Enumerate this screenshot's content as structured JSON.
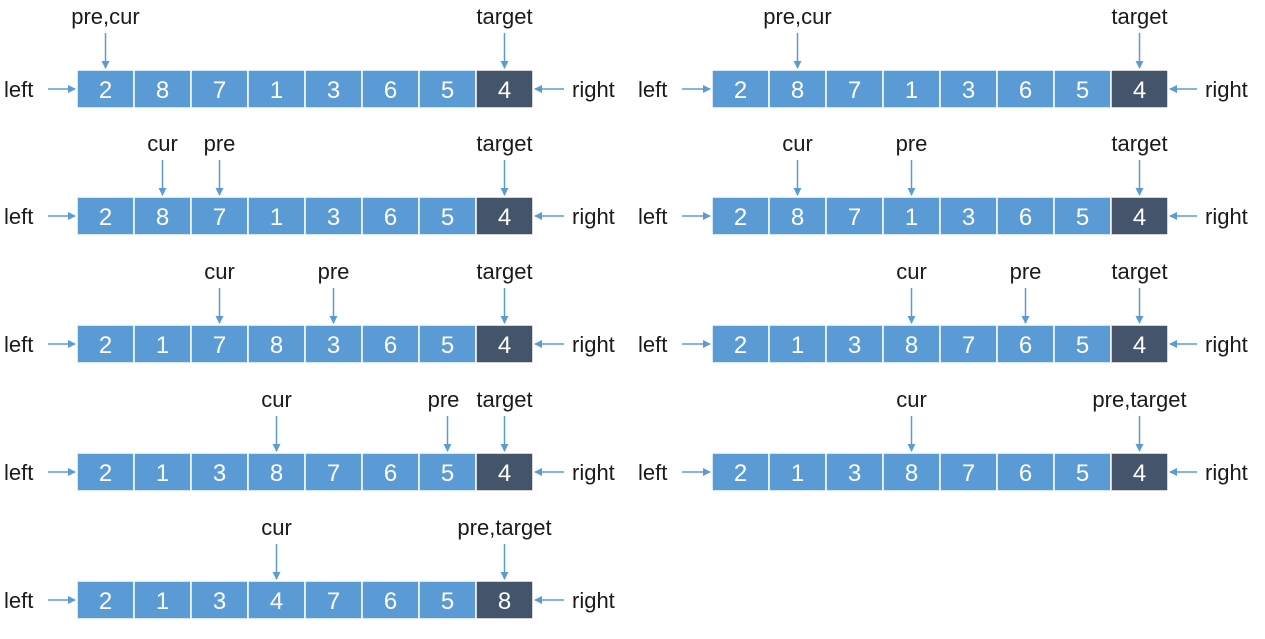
{
  "labels": {
    "left": "left",
    "right": "right"
  },
  "colors": {
    "cell": "#5b9bd5",
    "target_cell": "#44546a",
    "cell_border": "#ffffff",
    "arrow": "#5b9bd5",
    "text": "#1a1a1a"
  },
  "steps": [
    {
      "id": "left-1",
      "values": [
        "2",
        "8",
        "7",
        "1",
        "3",
        "6",
        "5",
        "4"
      ],
      "pointers": [
        {
          "label": "pre,cur",
          "index": 0
        },
        {
          "label": "target",
          "index": 7
        }
      ]
    },
    {
      "id": "left-2",
      "values": [
        "2",
        "8",
        "7",
        "1",
        "3",
        "6",
        "5",
        "4"
      ],
      "pointers": [
        {
          "label": "cur",
          "index": 1
        },
        {
          "label": "pre",
          "index": 2
        },
        {
          "label": "target",
          "index": 7
        }
      ]
    },
    {
      "id": "left-3",
      "values": [
        "2",
        "1",
        "7",
        "8",
        "3",
        "6",
        "5",
        "4"
      ],
      "pointers": [
        {
          "label": "cur",
          "index": 2
        },
        {
          "label": "pre",
          "index": 4
        },
        {
          "label": "target",
          "index": 7
        }
      ]
    },
    {
      "id": "left-4",
      "values": [
        "2",
        "1",
        "3",
        "8",
        "7",
        "6",
        "5",
        "4"
      ],
      "pointers": [
        {
          "label": "cur",
          "index": 3
        },
        {
          "label": "pre",
          "index": 6
        },
        {
          "label": "target",
          "index": 7
        }
      ]
    },
    {
      "id": "left-5",
      "values": [
        "2",
        "1",
        "3",
        "4",
        "7",
        "6",
        "5",
        "8"
      ],
      "pointers": [
        {
          "label": "cur",
          "index": 3
        },
        {
          "label": "pre,target",
          "index": 7
        }
      ]
    },
    {
      "id": "right-1",
      "values": [
        "2",
        "8",
        "7",
        "1",
        "3",
        "6",
        "5",
        "4"
      ],
      "pointers": [
        {
          "label": "pre,cur",
          "index": 1
        },
        {
          "label": "target",
          "index": 7
        }
      ]
    },
    {
      "id": "right-2",
      "values": [
        "2",
        "8",
        "7",
        "1",
        "3",
        "6",
        "5",
        "4"
      ],
      "pointers": [
        {
          "label": "cur",
          "index": 1
        },
        {
          "label": "pre",
          "index": 3
        },
        {
          "label": "target",
          "index": 7
        }
      ]
    },
    {
      "id": "right-3",
      "values": [
        "2",
        "1",
        "3",
        "8",
        "7",
        "6",
        "5",
        "4"
      ],
      "pointers": [
        {
          "label": "cur",
          "index": 3
        },
        {
          "label": "pre",
          "index": 5
        },
        {
          "label": "target",
          "index": 7
        }
      ]
    },
    {
      "id": "right-4",
      "values": [
        "2",
        "1",
        "3",
        "8",
        "7",
        "6",
        "5",
        "4"
      ],
      "pointers": [
        {
          "label": "cur",
          "index": 3
        },
        {
          "label": "pre,target",
          "index": 7
        }
      ]
    }
  ]
}
